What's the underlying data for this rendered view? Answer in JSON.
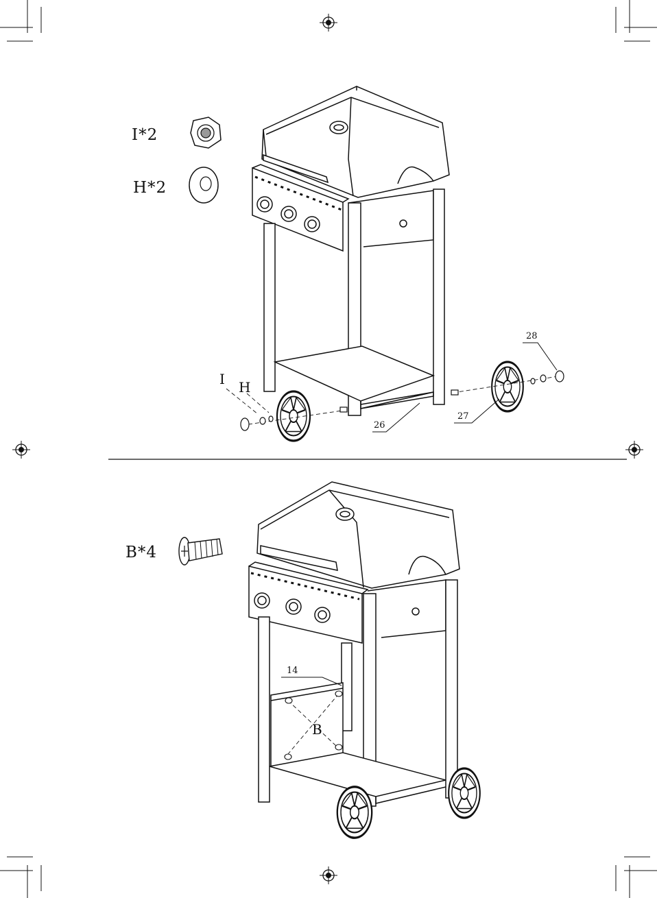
{
  "step_top": {
    "hardware": [
      {
        "label": "I*2",
        "icon": "lock-nut-icon"
      },
      {
        "label": "H*2",
        "icon": "flat-washer-icon"
      }
    ],
    "callouts": {
      "I": "I",
      "H": "H",
      "p26": "26",
      "p27": "27",
      "p28": "28"
    }
  },
  "step_bottom": {
    "hardware": [
      {
        "label": "B*4",
        "icon": "bolt-icon"
      }
    ],
    "callouts": {
      "p14": "14",
      "B": "B"
    }
  }
}
